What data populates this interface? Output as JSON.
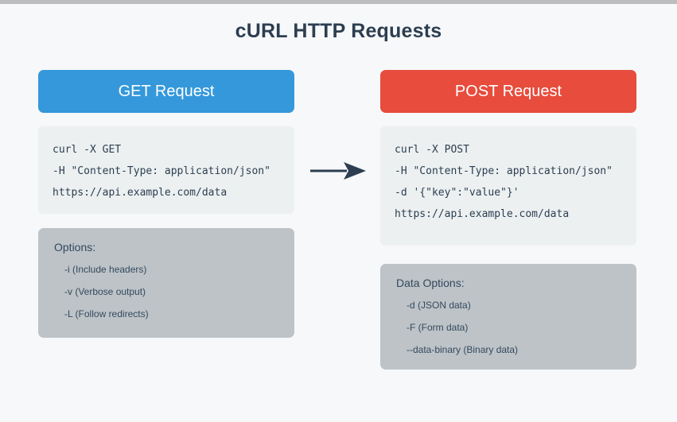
{
  "page": {
    "title": "cURL HTTP Requests",
    "background_color": "#f7f8fa",
    "title_color": "#2c3e50"
  },
  "colors": {
    "get_accent": "#3498db",
    "post_accent": "#e74c3c",
    "options_bg": "#bdc3c7",
    "code_bg": "#ecf0f1",
    "arrow": "#2c3e50"
  },
  "columns": [
    {
      "id": "get",
      "header_label": "GET Request",
      "header_color": "#3498db",
      "code_lines": [
        "curl -X GET",
        "-H \"Content-Type: application/json\"",
        "https://api.example.com/data"
      ],
      "options": {
        "title": "Options:",
        "items": [
          "-i (Include headers)",
          "-v (Verbose output)",
          "-L (Follow redirects)"
        ]
      }
    },
    {
      "id": "post",
      "header_label": "POST Request",
      "header_color": "#e74c3c",
      "code_lines": [
        "curl -X POST",
        "-H \"Content-Type: application/json\"",
        "-d '{\"key\":\"value\"}'",
        "https://api.example.com/data"
      ],
      "options": {
        "title": "Data Options:",
        "items": [
          "-d (JSON data)",
          "-F (Form data)",
          "--data-binary (Binary data)"
        ]
      }
    }
  ],
  "arrow": {
    "name": "right-arrow",
    "direction": "right"
  }
}
